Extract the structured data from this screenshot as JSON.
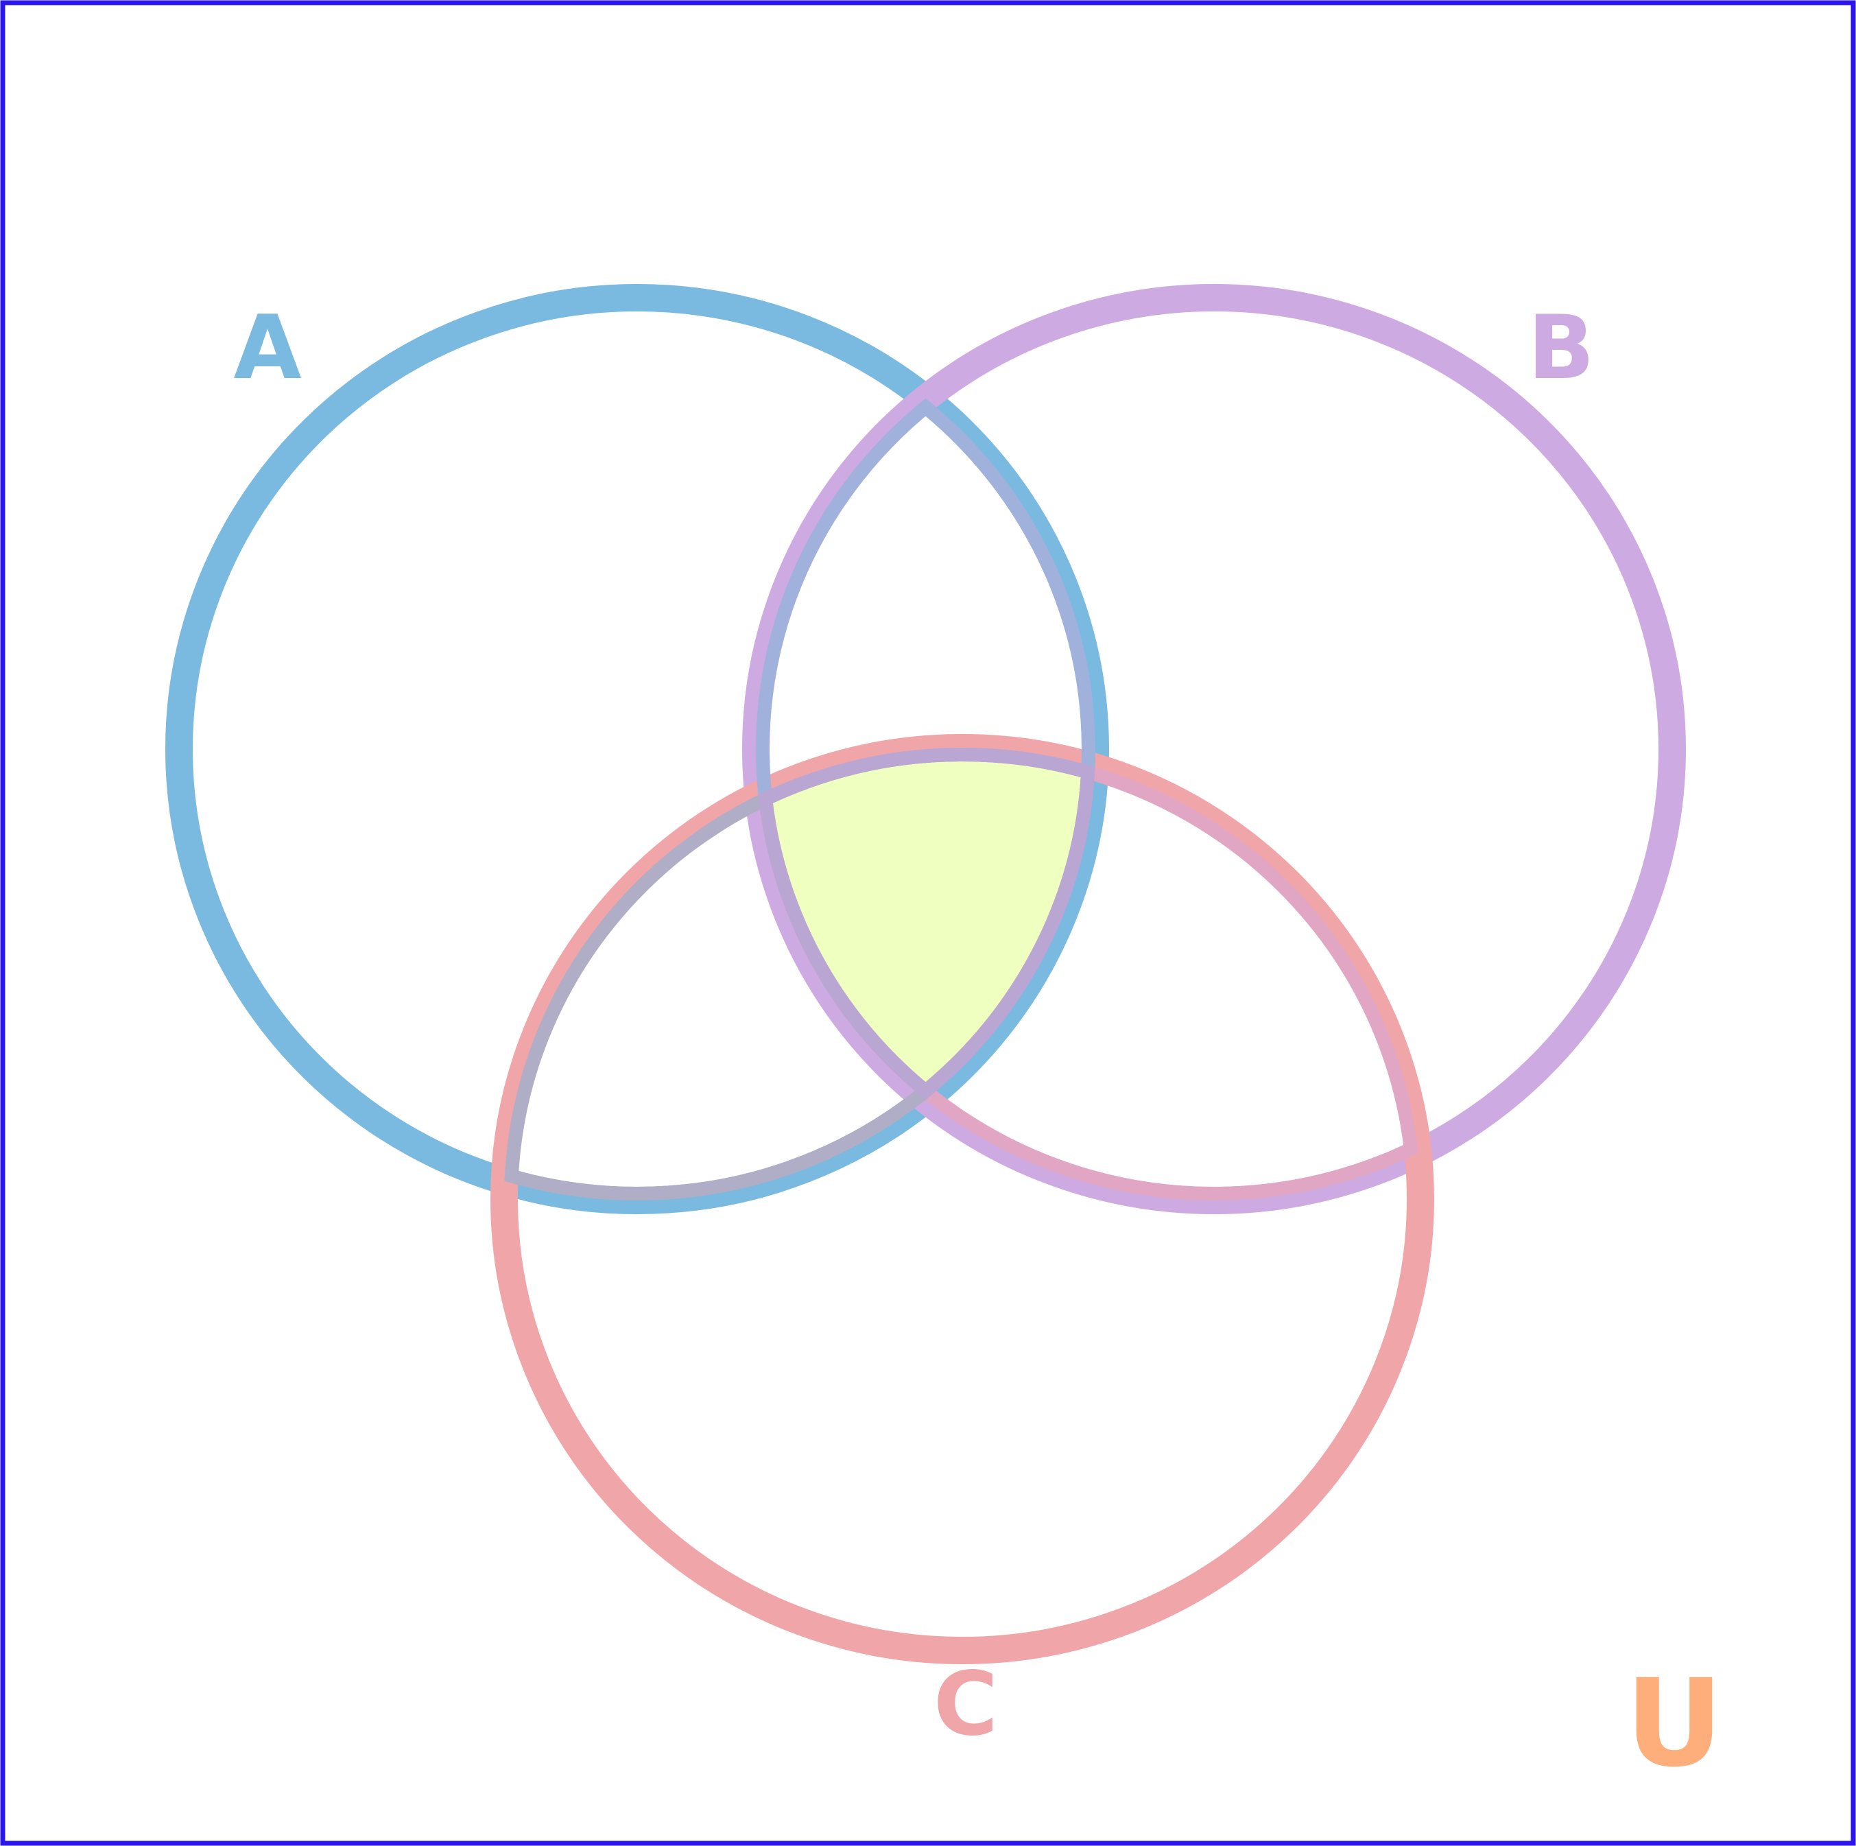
{
  "diagram": {
    "type": "venn-3",
    "universe": {
      "label": "U",
      "color": "#fdae7b"
    },
    "frame_color": "#2a14f0",
    "shaded_region": "A∩B∩C",
    "shaded_color": "#eeffc0",
    "sets": [
      {
        "id": "A",
        "label": "A",
        "color": "#7ab9e0"
      },
      {
        "id": "B",
        "label": "B",
        "color": "#ceaae2"
      },
      {
        "id": "C",
        "label": "C",
        "color": "#f0a5a8"
      }
    ],
    "overlap_colors": {
      "AB": "#a0b1dc",
      "AC": "#b0aec6",
      "BC": "#e0a6c4",
      "ABC": "#baa6d2"
    }
  }
}
